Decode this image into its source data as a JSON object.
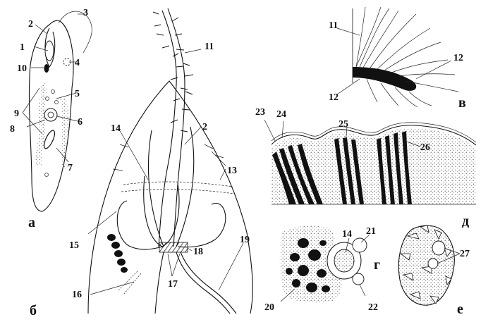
{
  "panels": {
    "a": {
      "letter": "а",
      "labels": [
        "1",
        "2",
        "3",
        "4",
        "5",
        "6",
        "7",
        "8",
        "9",
        "10"
      ]
    },
    "b": {
      "letter": "б",
      "labels": [
        "2",
        "11",
        "13",
        "14",
        "15",
        "16",
        "17",
        "18",
        "19"
      ]
    },
    "v": {
      "letter": "в",
      "labels": [
        "11",
        "12",
        "12"
      ]
    },
    "d": {
      "letter": "д",
      "labels": [
        "23",
        "24",
        "25",
        "26"
      ]
    },
    "g": {
      "letter": "г",
      "labels": [
        "14",
        "20",
        "21",
        "22"
      ]
    },
    "e": {
      "letter": "е",
      "labels": [
        "27"
      ]
    }
  }
}
